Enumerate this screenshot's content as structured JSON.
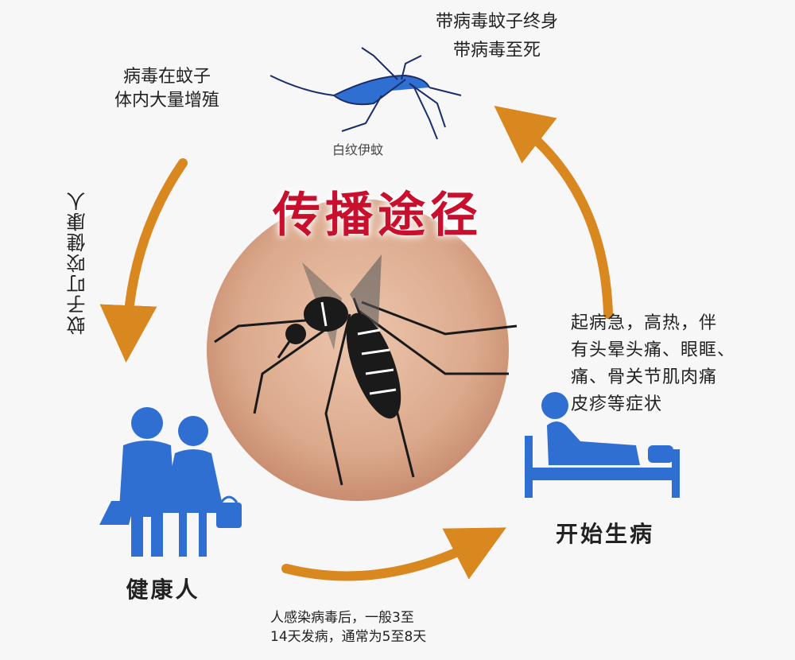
{
  "title": "传播途径",
  "top_right_note": [
    "带病毒蚊子终身",
    "带病毒至死"
  ],
  "top_left_note": [
    "病毒在蚊子",
    "体内大量增殖"
  ],
  "species_label": "白纹伊蚊",
  "vertical_label": "蚊子叮咬健康人",
  "symptoms": [
    "起病急，高热，伴",
    "有头晕头痛、眼眶、",
    "痛、骨关节肌肉痛",
    "皮疹等症状"
  ],
  "start_ill_label": "开始生病",
  "healthy_label": "健康人",
  "incubation_note": [
    "人感染病毒后，一般3至",
    "14天发病，通常为5至8天"
  ],
  "colors": {
    "title_red": "#c8102e",
    "arrow_orange": "#d9871f",
    "icon_blue": "#2f6fd1",
    "skin": "#e2b49a"
  },
  "icons": [
    "mosquito-icon",
    "healthy-couple-icon",
    "sick-person-in-bed-icon",
    "cycle-arrow-icon"
  ]
}
